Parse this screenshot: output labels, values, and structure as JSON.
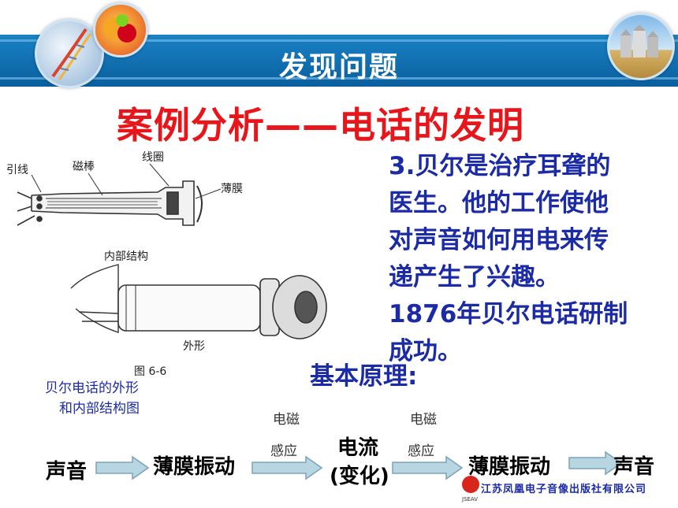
{
  "slide": {
    "title": "发现问题",
    "heading": "案例分析——电话的发明",
    "body_lines": [
      "3.贝尔是治疗耳聋的",
      "医生。他的工作使他",
      "对声音如何用电来传",
      "递产生了兴趣。",
      "1876年贝尔电话研制",
      "成功。"
    ],
    "principle_label": "基本原理:",
    "figure": {
      "caption_line1": "贝尔电话的外形",
      "caption_line2": "和内部结构图",
      "labels": {
        "lead": "引线",
        "magnet": "磁棒",
        "coil": "线圈",
        "diaphragm": "薄膜",
        "internal": "内部结构",
        "external": "外形",
        "fig_no": "图 6-6"
      }
    },
    "flow": {
      "steps": [
        "声音",
        "薄膜振动",
        "电流",
        "(变化)",
        "薄膜振动",
        "声音"
      ],
      "induction_1": [
        "电磁",
        "感应"
      ],
      "induction_2": [
        "电磁",
        "感应"
      ]
    },
    "footer": "江苏凤凰电子音像出版社有限公司",
    "footer_logo": "JSEAV",
    "colors": {
      "banner": "#0a6eb4",
      "heading": "#e8161b",
      "body": "#1b2aa5",
      "arrow_fill": "#b8d6e2"
    }
  }
}
